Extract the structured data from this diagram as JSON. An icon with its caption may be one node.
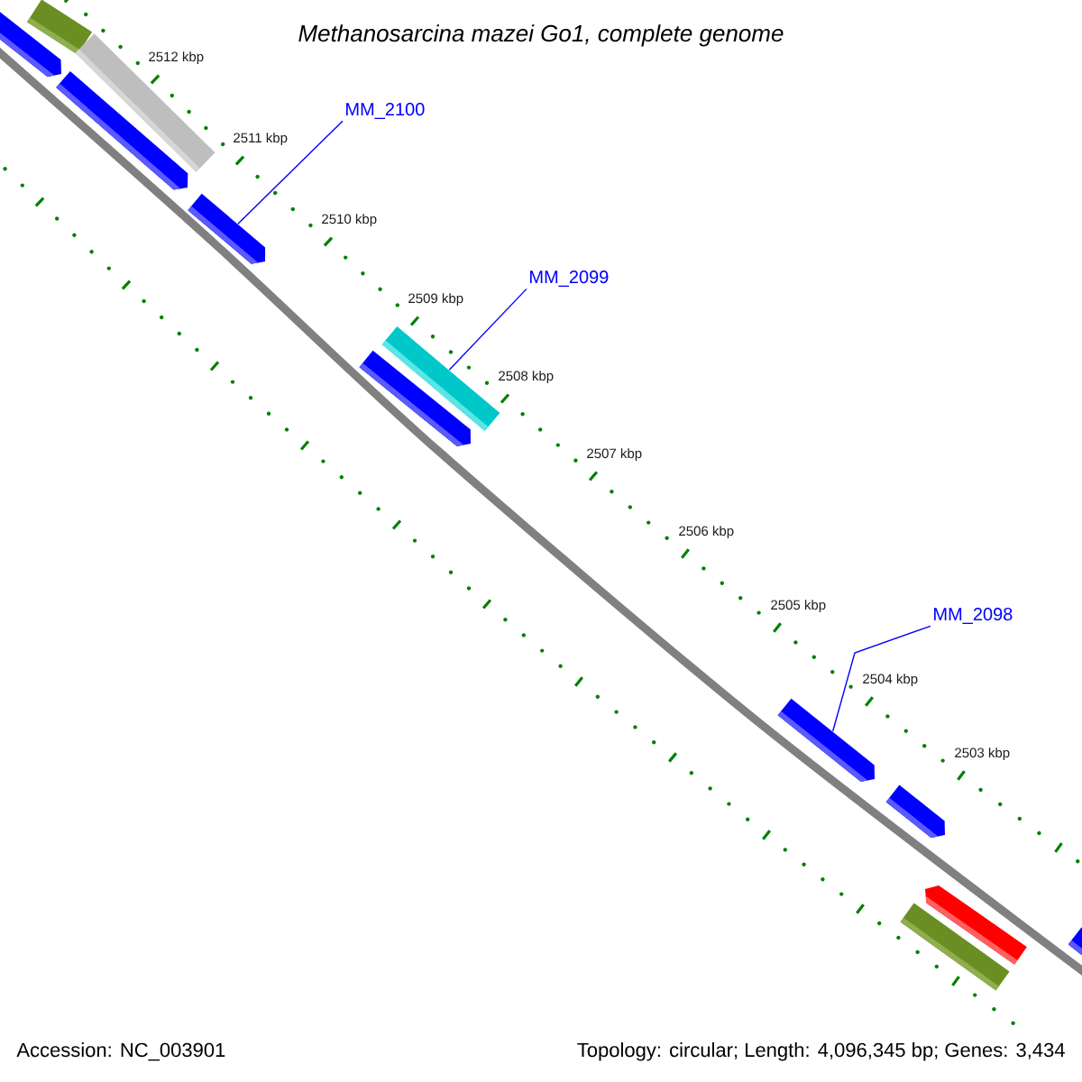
{
  "diagram": {
    "title": "Methanosarcina mazei Go1, complete genome",
    "nodes": [
      {
        "text": [
          "MM_2100"
        ]
      },
      {
        "text": [
          "MM_2099"
        ]
      },
      {
        "text": [
          "MM_2098"
        ]
      },
      {
        "text": [],
        "shape": "bar"
      },
      {
        "text": [],
        "shape": "bar"
      },
      {
        "text": [],
        "shape": "bar"
      },
      {
        "text": [],
        "shape": "bar"
      },
      {
        "text": [],
        "shape": "bar"
      },
      {
        "text": [],
        "shape": "bar"
      },
      {
        "text": [],
        "shape": "bar"
      },
      {
        "text": [],
        "shape": "bar"
      },
      {
        "text": [],
        "shape": "bar"
      },
      {
        "text": [],
        "shape": "bar"
      },
      {
        "text": [],
        "shape": "bar"
      },
      {
        "text": [],
        "shape": "bar"
      }
    ],
    "edges": [
      {
        "from": 0,
        "to": 7,
        "arrow": "none"
      },
      {
        "from": 1,
        "to": 8,
        "arrow": "none"
      },
      {
        "from": 2,
        "to": 10,
        "arrow": "none"
      }
    ],
    "labels": [
      "2512 kbp",
      "2511 kbp",
      "2510 kbp",
      "2509 kbp",
      "2508 kbp",
      "2507 kbp",
      "2506 kbp",
      "2505 kbp",
      "2504 kbp",
      "2503 kbp",
      "Accession: NC_003901",
      "Topology: circular; Length: 4,096,345 bp; Genes: 3,434"
    ]
  }
}
